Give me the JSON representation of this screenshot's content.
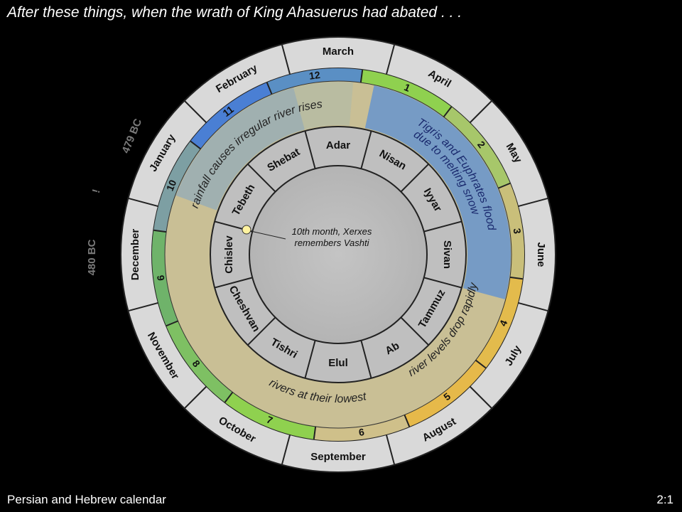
{
  "title": "After these things, when the wrath of King Ahasuerus had abated . . .",
  "footer": {
    "left": "Persian and Hebrew calendar",
    "right": "2:1"
  },
  "gregorian_months": [
    "March",
    "April",
    "May",
    "June",
    "July",
    "August",
    "September",
    "October",
    "November",
    "December",
    "January",
    "February"
  ],
  "persian_month_numbers": [
    "1",
    "2",
    "3",
    "4",
    "5",
    "6",
    "7",
    "8",
    "9",
    "10",
    "11",
    "12"
  ],
  "hebrew_months": [
    "Nisan",
    "Iyyar",
    "Sivan",
    "Tammuz",
    "Ab",
    "Elul",
    "Tishri",
    "Cheshvan",
    "Chislev",
    "Tebeth",
    "Shebat",
    "Adar"
  ],
  "season_notes": {
    "flood_line1": "Tigris and Euphrates flood",
    "flood_line2": "due to melting snow",
    "drop": "river levels drop rapidly",
    "lowest": "rivers at their lowest",
    "rainfall": "rainfall causes irregular river rises"
  },
  "year_labels": {
    "upper": "479 BC",
    "lower": "480 BC"
  },
  "year_boundary_mark": "!",
  "center_note": {
    "line1": "10th month, Xerxes",
    "line2": "remembers Vashti"
  },
  "colors": {
    "background": "#000000",
    "outer_ring": "#d9d9d9",
    "inner_ring": "#bfbfbf",
    "center": "#bdbdbd",
    "green": "#8fd14f",
    "blue": "#4a7fd4",
    "gold": "#e6b94a",
    "tan": "#c9bf95"
  }
}
